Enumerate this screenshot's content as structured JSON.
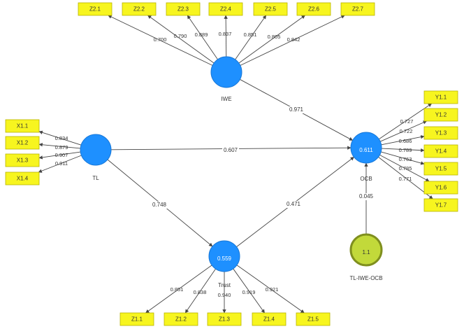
{
  "colors": {
    "indicator_fill": "#f7f51f",
    "indicator_border": "#b8b400",
    "latent_fill": "#1e90ff",
    "moderator_fill": "#c2d93a",
    "moderator_border": "#7f8f1e",
    "arrow": "#444444",
    "text": "#333333"
  },
  "latents": {
    "iwe": {
      "label": "IWE",
      "value": ""
    },
    "tl": {
      "label": "TL",
      "value": ""
    },
    "ocb": {
      "label": "OCB",
      "value": "0.611"
    },
    "trust": {
      "label": "Trust",
      "value": "0.559"
    },
    "moderator": {
      "label": "TL-IWE-OCB",
      "value": "1.1"
    }
  },
  "indicators": {
    "iwe": [
      "Z2.1",
      "Z2.2",
      "Z2.3",
      "Z2.4",
      "Z2.5",
      "Z2.6",
      "Z2.7"
    ],
    "tl": [
      "X1.1",
      "X1.2",
      "X1.3",
      "X1.4"
    ],
    "ocb": [
      "Y1.1",
      "Y1.2",
      "Y1.3",
      "Y1.4",
      "Y1.5",
      "Y1.6",
      "Y1.7"
    ],
    "trust": [
      "Z1.1",
      "Z1.2",
      "Z1.3",
      "Z1.4",
      "Z1.5"
    ]
  },
  "loadings": {
    "iwe": [
      "0.700",
      "0.790",
      "0.889",
      "0.837",
      "0.851",
      "0.805",
      "0.842"
    ],
    "tl": [
      "0.834",
      "0.879",
      "0.907",
      "0.911"
    ],
    "ocb": [
      "0.727",
      "0.722",
      "0.686",
      "0.789",
      "0.763",
      "0.785",
      "0.771"
    ],
    "trust": [
      "0.851",
      "0.838",
      "0.940",
      "0.919",
      "0.921"
    ]
  },
  "paths": {
    "tl_ocb": "0.607",
    "iwe_ocb": "0.971",
    "tl_trust": "0.748",
    "trust_ocb": "0.471",
    "moderator_ocb": "0.045"
  }
}
